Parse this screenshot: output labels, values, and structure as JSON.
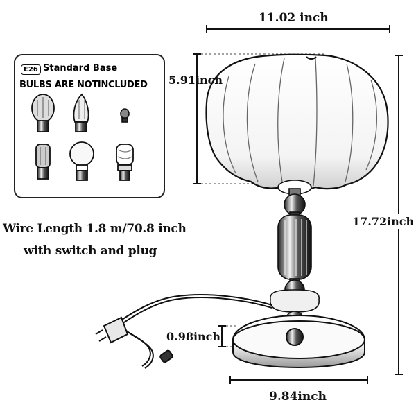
{
  "dimensions": {
    "width_label": "11.02 inch",
    "shade_height_label": "5.91inch",
    "total_height_label": "17.72inch",
    "base_height_label": "0.98inch",
    "base_width_label": "9.84inch"
  },
  "bulb_info": {
    "base_badge": "E26",
    "base_label": "Standard Base",
    "note": "BULBS ARE NOTINCLUDED"
  },
  "wire": {
    "line1": "Wire Length 1.8 m/70.8 inch",
    "line2": "with switch and plug"
  },
  "colors": {
    "ink": "#111111",
    "background": "#ffffff",
    "shade_shadow": "#bdbdbd"
  }
}
